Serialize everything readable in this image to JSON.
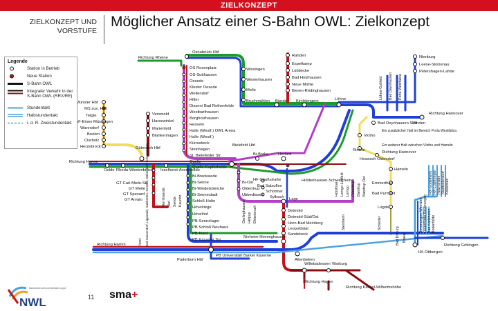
{
  "header": {
    "bar_label": "ZIELKONZEPT",
    "subtitle": "ZIELKONZEPT UND VORSTUFE",
    "title": "Möglicher Ansatz einer S-Bahn OWL: Zielkonzept"
  },
  "legend": {
    "heading": "Legende",
    "items": [
      "Station in Betrieb",
      "Neue Station",
      "S-Bahn OWL",
      "Integraler Verkehr in der S-Bahn OWL (RRX/RE)",
      "Stundentakt",
      "Halbstundentakt",
      "i. d. R. Zweistundentakt"
    ]
  },
  "colors": {
    "red": "#c0141a",
    "green": "#1e9a2a",
    "purple": "#b23fc6",
    "blue": "#1f3fd6",
    "lightblue": "#4aa3e0",
    "yellow": "#f2dc5a",
    "olive": "#a0a040",
    "darkred": "#8a0c10"
  },
  "stations": {
    "osnabrueck": "Osnabrück Hbf",
    "rheine": "Richtung Rheine",
    "wissingen": "Wissingen",
    "westerhausen": "Westerhausen",
    "melle": "Melle",
    "bruchmuehlen": "Bruchmühlen",
    "buende": "Bünde",
    "kirchlengern": "Kirchlengern",
    "rahden": "Rahden",
    "espelkamp": "Espelkamp",
    "luebbecke": "Lübbecke",
    "badholzhausen": "Bad Holzhausen",
    "neuemuehle": "Neue Mühle",
    "bieren": "Bieren-Rödinghausen",
    "loehne": "Löhne",
    "nienburg": "Nienburg",
    "leese": "Leese-Stolzenau",
    "petershagen": "Petershagen-Lahde",
    "minden": "Minden",
    "hannover1": "Richtung Hannover",
    "hannover2": "Richtung Hannover",
    "oeynhausen_sued": "Bad Oeynhausen Süd",
    "vlotho": "Vlotho",
    "rinteln": "Rinteln",
    "hessisch": "Hessisch Oldendorf",
    "hameln": "Hameln",
    "emmerthal": "Emmerthal",
    "pyrmont": "Bad Pyrmont",
    "luegde": "Lügde",
    "note_porta": "Ein zusätzlicher Halt im Bereich Porta Westfalica",
    "note_vlotho": "Ein weiterer Halt zwischen Vlotho und Hameln",
    "muenster": "Münster Hbf",
    "ms_halt": "MS zus. Halt",
    "telgte": "Telgte",
    "waf": "WAF-Einen Müssingen",
    "warendorf": "Warendorf",
    "beelen": "Beelen",
    "clarholz": "Clarholz",
    "herzebrock": "Herzebrock",
    "guetersloh": "Gütersloh Hbf",
    "versmold": "Versmold",
    "harsewinkel": "Harsewinkel",
    "marienfeld": "Marienfeld",
    "blankenhagen": "Blankenhagen",
    "rosenplatz": "OS Rosenplatz",
    "sutthausen": "OS-Sutthausen",
    "oesede": "Oesede",
    "kloster": "Kloster Oesede",
    "wellendorf": "Wellendorf",
    "hilter": "Hilter",
    "dissen": "Dissen/ Bad Rothenfelde",
    "westbarthausen": "Westbarthausen",
    "borgholzhausen": "Borgholzhausen",
    "hesseln": "Hesseln",
    "halle_owl": "Halle (Westf.) OWL Arena",
    "halle": "Halle (Westf.)",
    "kuensebeck": "Künsebeck",
    "steinhagen": "Steinhagen",
    "bielefelder_str": "St. Bielefelder Str.",
    "quelle": "Quelle",
    "quelle_kupfer": "Quelle-Kupferheide",
    "bielefeld": "Bielefeld Hbf",
    "hamm1": "Richtung Hamm",
    "oelde": "Oelde",
    "rheda": "Rheda-Wiedenbrück",
    "isselhorst": "Isselhorst-Avenwedde",
    "brake": "Bi-Brake",
    "herford": "Herford",
    "hiddenhausen": "Hiddenhausen-Schweicheln",
    "bi_ost": "Bi-Ost",
    "oldentrup": "Oldentrup",
    "ubbedissen": "Ubbedissen",
    "hf_gauss": "HF Gaußstraße",
    "salzuflen": "Bad Salzuflen",
    "schoetmar": "Schötmar",
    "sylbach": "Sylbach",
    "lage": "Lage",
    "lemgo1": "Hörstmar",
    "lemgo2": "Lemgo-Lüttfeld",
    "lemgo3": "Lemgo",
    "lemgo4": "Dörentrup",
    "lemgo5": "Barntrup",
    "lemgo6": "Barntrup Ost",
    "gt_carl": "GT Carl-Miele-Str",
    "gt_weile": "GT Weile",
    "gt_spexard": "GT Spexard",
    "gt_arvato": "GT Arvato",
    "verl_eiserstr": "Verl Eiserstr.",
    "verl": "Verl",
    "sende": "Sende",
    "kaunitz": "Kaunitz",
    "brackwede": "Bi-Brackwede",
    "senne": "Bi-Senne",
    "windelsbleiche": "Bi-Windelsbleiche",
    "sennestadt": "Bi-Sennestadt",
    "holte": "Schloß Holte",
    "hoevelriege": "Hövelriege",
    "hoevelhof": "Hövelhof",
    "sennelager": "PB-Sennelager",
    "neuhaus": "PB Schloß Neuhaus",
    "pb_nord": "PB-Nord",
    "kasseler_tor": "PB Kasseler Tor",
    "paderborn": "Paderborn Hbf",
    "pb_uni": "PB Universität/ Barker Kaserne",
    "hamm2": "Richtung Hamm",
    "geseke_list": "Bad Sassendorf, Lippstadt, Salzkotten, Geseke, Bökendorf, Schwarmelde",
    "forst": "forst",
    "oerlinghausen": "Oerlinghausen",
    "helpup": "Helpup",
    "ehlenbruch": "Ehlenbruch",
    "detmold": "Detmold",
    "detmold_sued": "Detmold-Süd/Ost",
    "horn": "Horn-Bad Meinberg",
    "leopoldstal": "Leopoldstal",
    "sandebeck": "Sandebeck",
    "nieheim": "Nieheim-Himmighausen",
    "steinheim": "Steinheim",
    "schieder": "Schieder",
    "lothe": "Bad Driburg",
    "brakel": "Brakel",
    "altenbeken": "Altenbeken",
    "willebadessen": "Willebadessen",
    "warburg": "Warburg",
    "hagen": "Richtung Hagen",
    "kassel": "Richtung Kassel-Wilhelmshöhe",
    "goettingen": "Richtung Göttingen",
    "hx": "HX-Ottbergen",
    "hx_list1": "HX-Godelheim",
    "hx_list2": "HX-Lüchtringen",
    "hx_list3": "Holzminden",
    "hx_list4": "Stadtoldendorf",
    "hx_list5": "Kreiensen",
    "bev1": "Bevenungen-Weinden",
    "bev2": "Lauenförde-Beverungen",
    "bev3": "Bad Karlshafen",
    "bev4": "Bodenfelde",
    "oeynhausen_list1": "Löhne-Gohfeld",
    "oeynhausen_list2": "Bad Oeynhausen",
    "oeynhausen_list3": "Porta Westfalica"
  },
  "footer": {
    "page_number": "11",
    "brand_main": "sma",
    "brand_plus": "+",
    "logo_text": "NWL",
    "logo_small": "Nahverkehrsverbund Westfalen-Lippe"
  }
}
